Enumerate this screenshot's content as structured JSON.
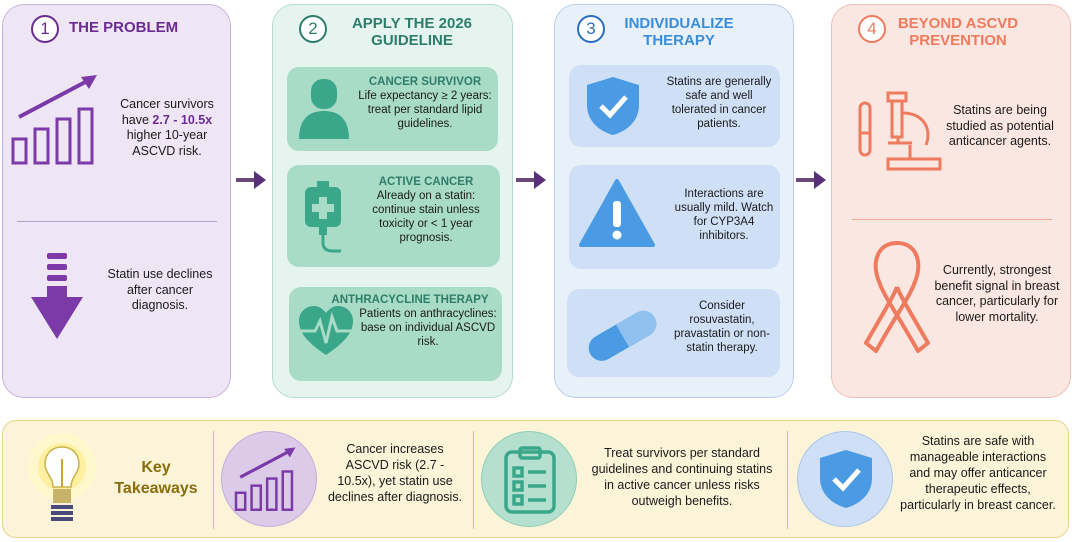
{
  "col1": {
    "num": "1",
    "title": "THE PROBLEM",
    "text1_pre": "Cancer survivors have ",
    "text1_highlight": "2.7 - 10.5x",
    "text1_post": " higher 10-year ASCVD risk.",
    "text2": "Statin use declines after cancer diagnosis.",
    "icons": [
      "rising-bar-chart-icon",
      "down-arrow-icon"
    ]
  },
  "col2": {
    "num": "2",
    "title_l1": "APPLY THE 2026",
    "title_l2": "GUIDELINE",
    "cards": [
      {
        "title": "CANCER SURVIVOR",
        "text": "Life expectancy ≥ 2 years: treat per standard lipid guidelines.",
        "icon": "person-icon"
      },
      {
        "title": "ACTIVE CANCER",
        "text": "Already on a statin: continue stain unless toxicity or < 1 year prognosis.",
        "icon": "iv-bag-icon"
      },
      {
        "title": "ANTHRACYCLINE THERAPY",
        "text": "Patients on anthracyclines: base on individual ASCVD risk.",
        "icon": "heart-pulse-icon"
      }
    ]
  },
  "col3": {
    "num": "3",
    "title_l1": "INDIVIDUALIZE",
    "title_l2": "THERAPY",
    "cards": [
      {
        "text": "Statins are generally safe and well tolerated in cancer patients.",
        "icon": "shield-check-icon"
      },
      {
        "text": "Interactions are usually mild. Watch for CYP3A4 inhibitors.",
        "icon": "warning-icon"
      },
      {
        "text": "Consider rosuvastatin, pravastatin or non-statin therapy.",
        "icon": "pill-icon"
      }
    ]
  },
  "col4": {
    "num": "4",
    "title_l1": "BEYOND ASCVD",
    "title_l2": "PREVENTION",
    "text1": "Statins are being studied as potential anticancer agents.",
    "text2": "Currently, strongest benefit signal in breast cancer, particularly for lower mortality.",
    "icons": [
      "microscope-icon",
      "ribbon-icon"
    ]
  },
  "takeaways": {
    "label_l1": "Key",
    "label_l2": "Takeaways",
    "items": [
      {
        "text": "Cancer increases ASCVD risk (2.7 - 10.5x), yet statin use declines after diagnosis.",
        "icon": "rising-bar-chart-icon"
      },
      {
        "text": "Treat survivors per standard guidelines and continuing statins in active cancer unless risks outweigh benefits.",
        "icon": "clipboard-icon"
      },
      {
        "text": "Statins are safe with manageable interactions and may offer anticancer therapeutic effects, particularly in breast cancer.",
        "icon": "shield-check-icon"
      }
    ]
  },
  "colors": {
    "purple": "#6a2c91",
    "teal": "#2e7d6b",
    "blue": "#3a8dd8",
    "coral": "#ef7b5e",
    "gold": "#8a6d0b"
  }
}
